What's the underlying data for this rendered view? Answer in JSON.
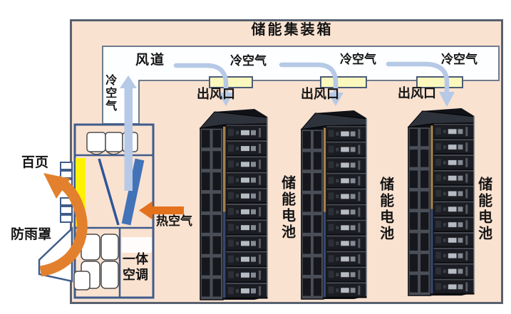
{
  "title": "储能集装箱",
  "duct": {
    "label": "风道",
    "cold_air_vertical": "冷空气",
    "cold_air_labels": [
      "冷空气",
      "冷空气",
      "冷空气"
    ]
  },
  "outlets": {
    "labels": [
      "出风口",
      "出风口",
      "出风口"
    ]
  },
  "racks": {
    "labels": [
      "储能电池",
      "储能电池",
      "储能电池"
    ]
  },
  "ac_unit": {
    "label": "一体空调",
    "hot_air_label": "热空气",
    "louver_label": "百页",
    "rain_cover_label": "防雨罩"
  },
  "colors": {
    "container_bg": "#FAE2D1",
    "duct_bg": "#FDFEFF",
    "outlet_yellow": "#FBF8BE",
    "filter_yellow": "#FFF104",
    "flow_blue": "#B6C9E6",
    "coil_blue": "#4273B8",
    "coil_dark_blue": "#2E5596",
    "arrow_orange": "#E3802D",
    "hot_air_orange": "#E4711C",
    "border_slate": "#57616F",
    "box_blue": "#3F5C8C"
  }
}
